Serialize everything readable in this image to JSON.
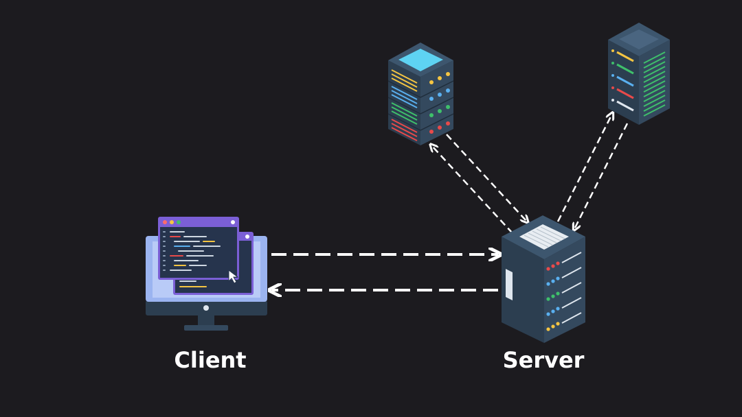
{
  "nodes": {
    "client": {
      "label": "Client"
    },
    "server": {
      "label": "Server"
    }
  },
  "colors": {
    "background": "#1c1b1f",
    "arrow": "#ffffff",
    "rack_dark": "#2c3e50",
    "rack_mid": "#34495e",
    "rack_light": "#3d566e",
    "screen_bezel": "#9bb4f0",
    "window_header": "#7b5fd6",
    "code_bg": "#26344d",
    "cyan_top": "#5ed3f3",
    "led_yellow": "#f5c542",
    "led_blue": "#5ab0f0",
    "led_green": "#3fc06b",
    "led_red": "#e84a4a"
  },
  "connections": [
    {
      "from": "client",
      "to": "server"
    },
    {
      "from": "server",
      "to": "client"
    },
    {
      "from": "server",
      "to": "database-server-left"
    },
    {
      "from": "database-server-left",
      "to": "server"
    },
    {
      "from": "server",
      "to": "database-server-right"
    },
    {
      "from": "database-server-right",
      "to": "server"
    }
  ]
}
